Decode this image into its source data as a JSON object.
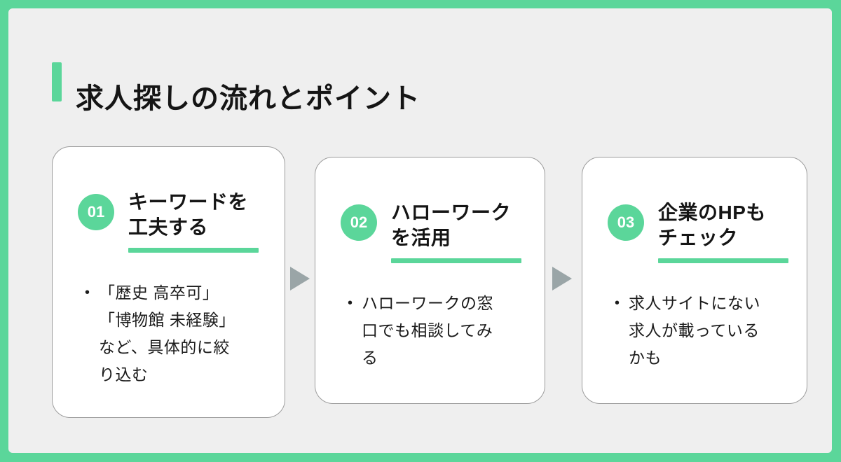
{
  "page": {
    "title": "求人探しの流れとポイント",
    "bullet_char": "•"
  },
  "colors": {
    "accent_green": "#5bd69a",
    "background": "#efefef",
    "card_background": "#ffffff",
    "card_border": "#9c9c9c",
    "arrow_gray": "#9aa5a7",
    "text": "#151515"
  },
  "steps": [
    {
      "number": "01",
      "title": "キーワードを\n工夫する",
      "bullet": "「歴史 高卒可」\n「博物館 未経験」\nなど、具体的に絞\nり込む"
    },
    {
      "number": "02",
      "title": "ハローワーク\nを活用",
      "bullet": "ハローワークの窓\n口でも相談してみ\nる"
    },
    {
      "number": "03",
      "title": "企業のHPも\nチェック",
      "bullet": "求人サイトにない\n求人が載っている\nかも"
    }
  ]
}
